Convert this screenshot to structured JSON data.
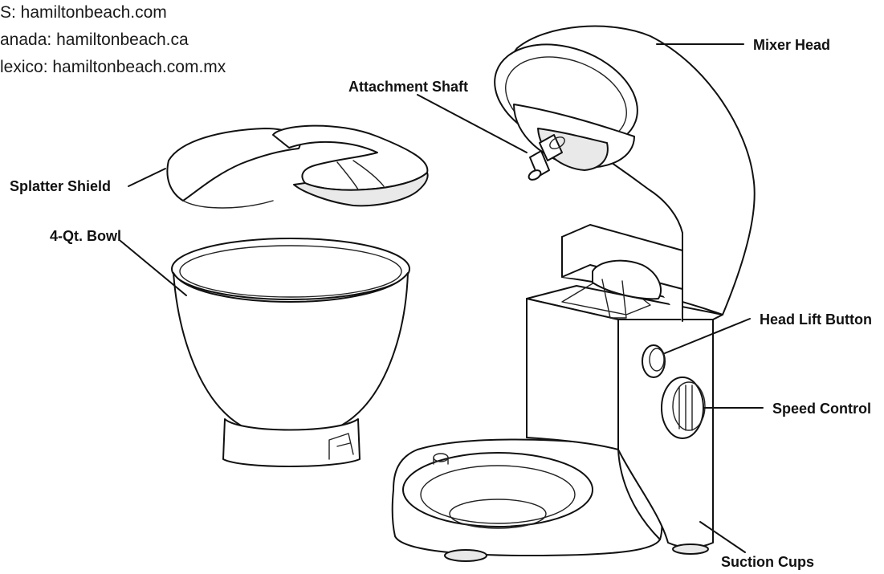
{
  "websites": [
    "S: hamiltonbeach.com",
    "anada: hamiltonbeach.ca",
    "lexico: hamiltonbeach.com.mx"
  ],
  "labels": {
    "mixer_head": "Mixer Head",
    "attachment_shaft": "Attachment Shaft",
    "splatter_shield": "Splatter Shield",
    "bowl": "4-Qt. Bowl",
    "head_lift_button": "Head Lift Button",
    "speed_control": "Speed Control",
    "suction_cups": "Suction Cups"
  },
  "colors": {
    "line": "#111111",
    "shade": "#e9e9e9",
    "background": "#ffffff"
  }
}
